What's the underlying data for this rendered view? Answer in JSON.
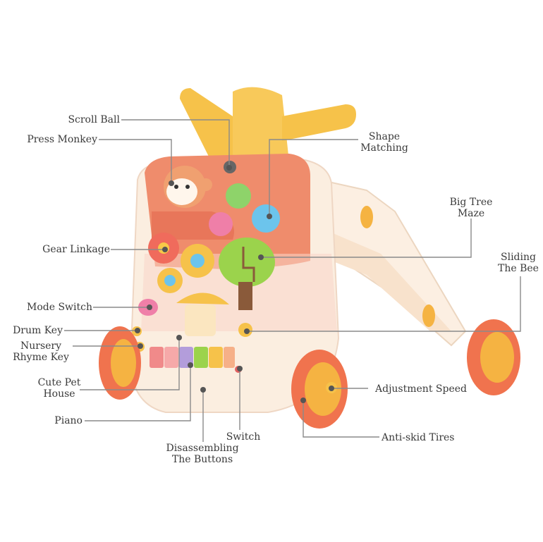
{
  "labels": {
    "scroll_ball": "Scroll Ball",
    "press_monkey": "Press Monkey",
    "shape_matching_1": "Shape",
    "shape_matching_2": "Matching",
    "big_tree_1": "Big Tree",
    "big_tree_2": "Maze",
    "gear_linkage": "Gear Linkage",
    "sliding_bee_1": "Sliding",
    "sliding_bee_2": "The Bee",
    "mode_switch": "Mode Switch",
    "drum_key": "Drum Key",
    "nursery_1": "Nursery",
    "nursery_2": "Rhyme Key",
    "cute_pet_1": "Cute Pet",
    "cute_pet_2": "House",
    "adjustment_speed": "Adjustment Speed",
    "piano": "Piano",
    "switch": "Switch",
    "anti_skid": "Anti-skid Tires",
    "disassembling_1": "Disassembling",
    "disassembling_2": "The Buttons"
  },
  "colors": {
    "handle": "#f6c24a",
    "body": "#fbeee0",
    "panel": "#f9d6c8",
    "top": "#ef8c6c",
    "wheel": "#f0734e",
    "hub": "#f5b342",
    "leader": "#8a8a8a",
    "dot": "#555555"
  }
}
